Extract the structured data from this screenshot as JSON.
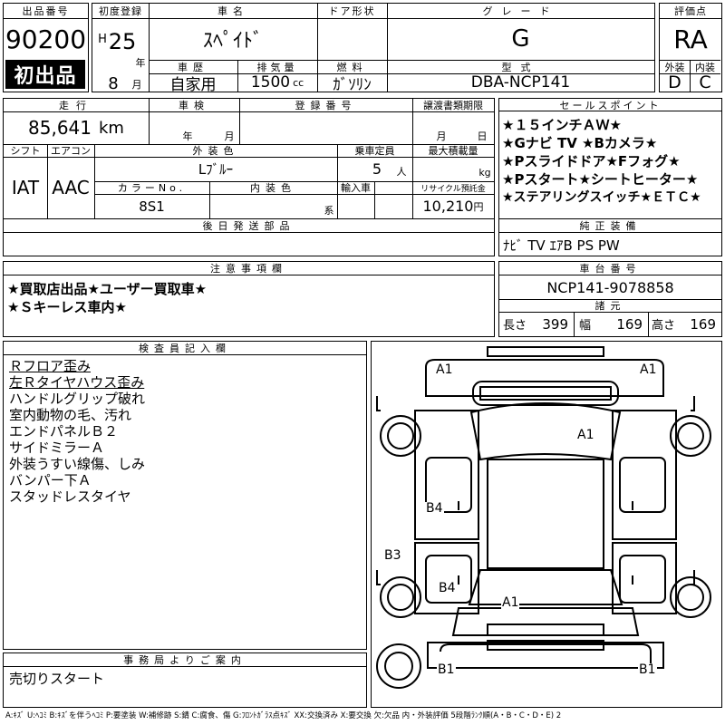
{
  "lot": {
    "header": "出品番号",
    "number": "90200",
    "first_badge": "初出品"
  },
  "registration": {
    "header": "初度登録",
    "era": "H",
    "year": "25",
    "year_unit": "年",
    "month": "8",
    "month_unit": "月"
  },
  "car": {
    "name_header": "車名",
    "name": "ｽﾍﾟｲﾄﾞ",
    "door_header": "ドア形状",
    "door": "",
    "grade_header": "グレード",
    "grade": "G"
  },
  "history": {
    "header": "車歴",
    "value": "自家用"
  },
  "displacement": {
    "header": "排気量",
    "value": "1500",
    "unit": "cc"
  },
  "fuel": {
    "header": "燃料",
    "value": "ｶﾞｿﾘﾝ"
  },
  "model": {
    "header": "型式",
    "value": "DBA-NCP141"
  },
  "score": {
    "header": "評価点",
    "value": "RA",
    "exterior_header": "外装",
    "interior_header": "内装",
    "exterior": "D",
    "interior": "C"
  },
  "mileage": {
    "header": "走行",
    "value": "85,641",
    "unit": "km"
  },
  "inspection": {
    "header": "車検",
    "year_unit": "年",
    "month_unit": "月"
  },
  "reg_number": {
    "header": "登録番号"
  },
  "transfer": {
    "header": "譲渡書類期限",
    "month_unit": "月",
    "day_unit": "日"
  },
  "shift": {
    "header": "シフト",
    "value": "IAT"
  },
  "aircon": {
    "header": "エアコン",
    "value": "AAC"
  },
  "exterior_color": {
    "header": "外装色",
    "value": "Lﾌﾞﾙｰ"
  },
  "capacity": {
    "header": "乗車定員",
    "value": "5",
    "unit": "人"
  },
  "max_load": {
    "header": "最大積載量",
    "unit": "kg"
  },
  "color_no": {
    "header": "カラーNo.",
    "value": "8S1"
  },
  "interior_color": {
    "header": "内装色",
    "unit": "系"
  },
  "import": {
    "header": "輸入車"
  },
  "recycle": {
    "header": "リサイクル預託金",
    "value": "10,210",
    "unit": "円"
  },
  "later_parts": {
    "header": "後日発送部品",
    "value": ""
  },
  "sales_points": {
    "header": "セールスポイント",
    "lines": [
      "★１５インチＡＷ★",
      "★Gナビ TV ★Bカメラ★",
      "★Pスライドドア★Fフォグ★",
      "★Pスタート★シートヒーター★",
      "★ステアリングスイッチ★ＥＴＣ★"
    ]
  },
  "equipment": {
    "header": "純正装備",
    "value": "ﾅﾋﾞ TV ｴｱB PS PW"
  },
  "notes": {
    "header": "注意事項欄",
    "lines": [
      "★買取店出品★ユーザー買取車★",
      "★Ｓキーレス車内★"
    ]
  },
  "chassis": {
    "header": "車台番号",
    "value": "NCP141-9078858"
  },
  "dimensions": {
    "header": "諸元",
    "length_label": "長さ",
    "length": "399",
    "width_label": "幅",
    "width": "169",
    "height_label": "高さ",
    "height": "169"
  },
  "inspector": {
    "header": "検査員記入欄",
    "lines": [
      "Ｒフロア歪み",
      "左Ｒタイヤハウス歪み",
      "ハンドルグリップ破れ",
      "室内動物の毛、汚れ",
      "エンドパネルＢ２",
      "サイドミラーＡ",
      "外装うすい線傷、しみ",
      "バンパー下Ａ",
      "スタッドレスタイヤ"
    ]
  },
  "office": {
    "header": "事務局よりご案内",
    "value": "売切りスタート"
  },
  "damage_marks": {
    "a1_fl": "A1",
    "a1_fr": "A1",
    "a1_roof": "A1",
    "b4_upper": "B4",
    "b3": "B3",
    "b4_lower": "B4",
    "a1_rear": "A1",
    "b1_rl": "B1",
    "b1_rr": "B1"
  },
  "legend": "A:ｷｽﾞ U:ﾍｺﾐ B:ｷｽﾞを伴うﾍｺﾐ P:要塗装 W:補修跡 S:錆 C:腐食、傷 G:ﾌﾛﾝﾄｶﾞﾗｽ点ｷｽﾞ XX:交換済み X:要交換 欠:欠品 内・外装評価 5段階ﾗﾝｸ順(A・B・C・D・E) 2"
}
